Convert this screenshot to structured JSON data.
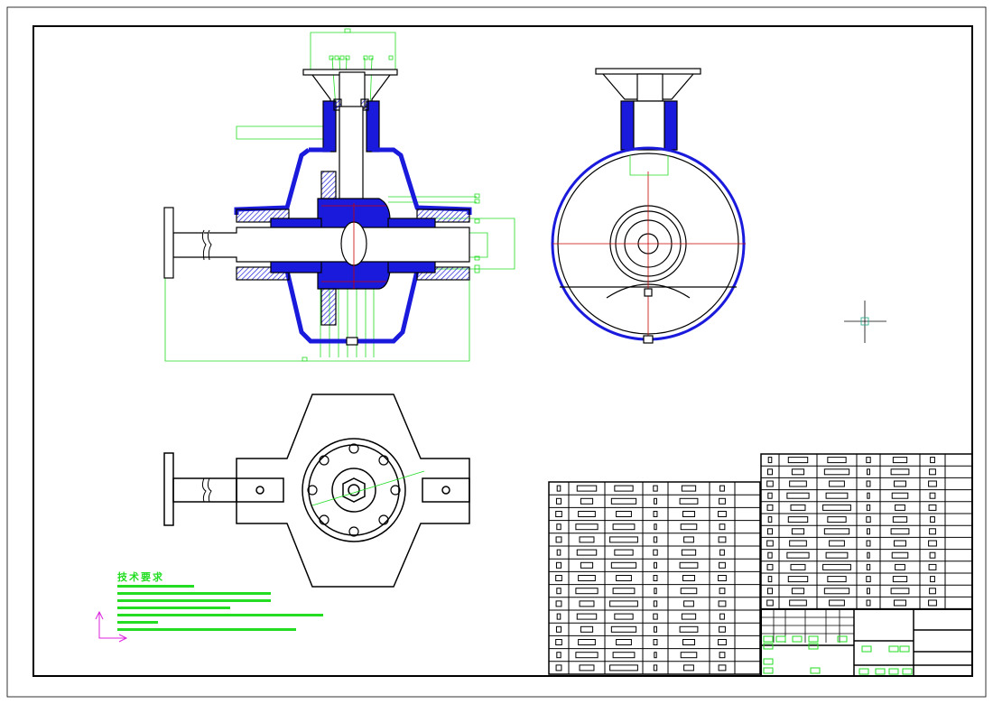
{
  "drawing": {
    "tech_requirements_title": "技术要求",
    "tech_requirements_line_count": 7
  },
  "colors": {
    "outline": "#000000",
    "section_fill": "#1a1adc",
    "dimension": "#22dd22",
    "centerline": "#cc0000",
    "ucs": "#dd22dd"
  },
  "parts_list_left": {
    "rows": 15,
    "columns": 7
  },
  "parts_list_right": {
    "rows": 13,
    "columns": 7
  }
}
